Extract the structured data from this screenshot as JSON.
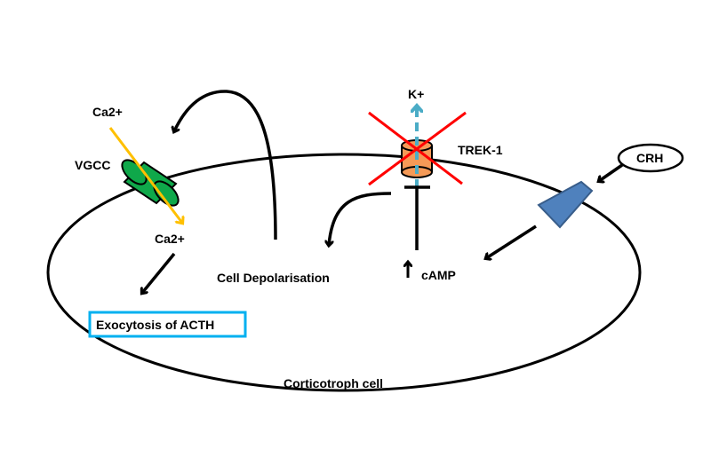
{
  "diagram": {
    "labels": {
      "ca_outside": "Ca2+",
      "vgcc": "VGCC",
      "ca_inside": "Ca2+",
      "exocytosis": "Exocytosis of ACTH",
      "depolarisation": "Cell Depolarisation",
      "k_ion": "K+",
      "trek1": "TREK-1",
      "camp": "cAMP",
      "crh": "CRH",
      "cell": "Corticotroph cell"
    },
    "colors": {
      "vgcc_channel": "#0fa84a",
      "trek1_channel": "#f59a57",
      "receptor": "#4f81bd",
      "ca_arrow": "#ffc000",
      "k_arrow": "#4bacc6",
      "inhibition_cross": "#ff0000",
      "exocytosis_box_border": "#00b0f0"
    }
  }
}
